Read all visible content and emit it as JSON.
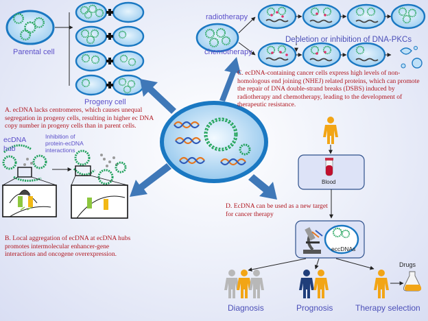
{
  "labels": {
    "parental_cell": "Parental cell",
    "progeny_cell": "Progeny cell",
    "radiotherapy": "radiotherapy",
    "chemotherapy": "chemotherapy",
    "depletion": "Depletion or inhibition of DNA-PKCs",
    "ecdna_hub": "ecDNA\nhub",
    "inhibition": "Inhibition of\nprotein-ecDNA\ninteractions",
    "blood": "Blood",
    "eccdnas": "eccDNAs",
    "drugs": "Drugs",
    "diagnosis": "Diagnosis",
    "prognosis": "Prognosis",
    "therapy_selection": "Therapy selection"
  },
  "panels": {
    "A": "A. ecDNA lacks centromeres, which causes unequal segregation in progeny cells, resulting in higher ec DNA copy number in progeny cells than in parent cells.",
    "B": "B. Local aggregation of ecDNA at ecDNA hubs promotes intermolecular enhancer-gene interactions and oncogene overexpression.",
    "C": "C. ecDNA-containing cancer cells express high levels of non-homologous end joining (NHEJ) related proteins, which can promote the repair of DNA double-strand breaks (DSBS) induced by radiotherapy and chemotherapy, leading to the development of therapeutic resistance.",
    "D": "D. EcDNA can be used as a new target for cancer therapy"
  },
  "colors": {
    "cell_fill": "#bfe0f7",
    "cell_stroke": "#1a78c2",
    "ecdna_ring": "#1ea05a",
    "arrow_blue": "#3f78b8",
    "panel_text": "#b0161f",
    "label_blue": "#5b4fc9",
    "figure_orange": "#f2a516",
    "figure_navy": "#1f3e7a",
    "figure_gray": "#b8b8b8",
    "box_stroke": "#2d4f8a"
  }
}
